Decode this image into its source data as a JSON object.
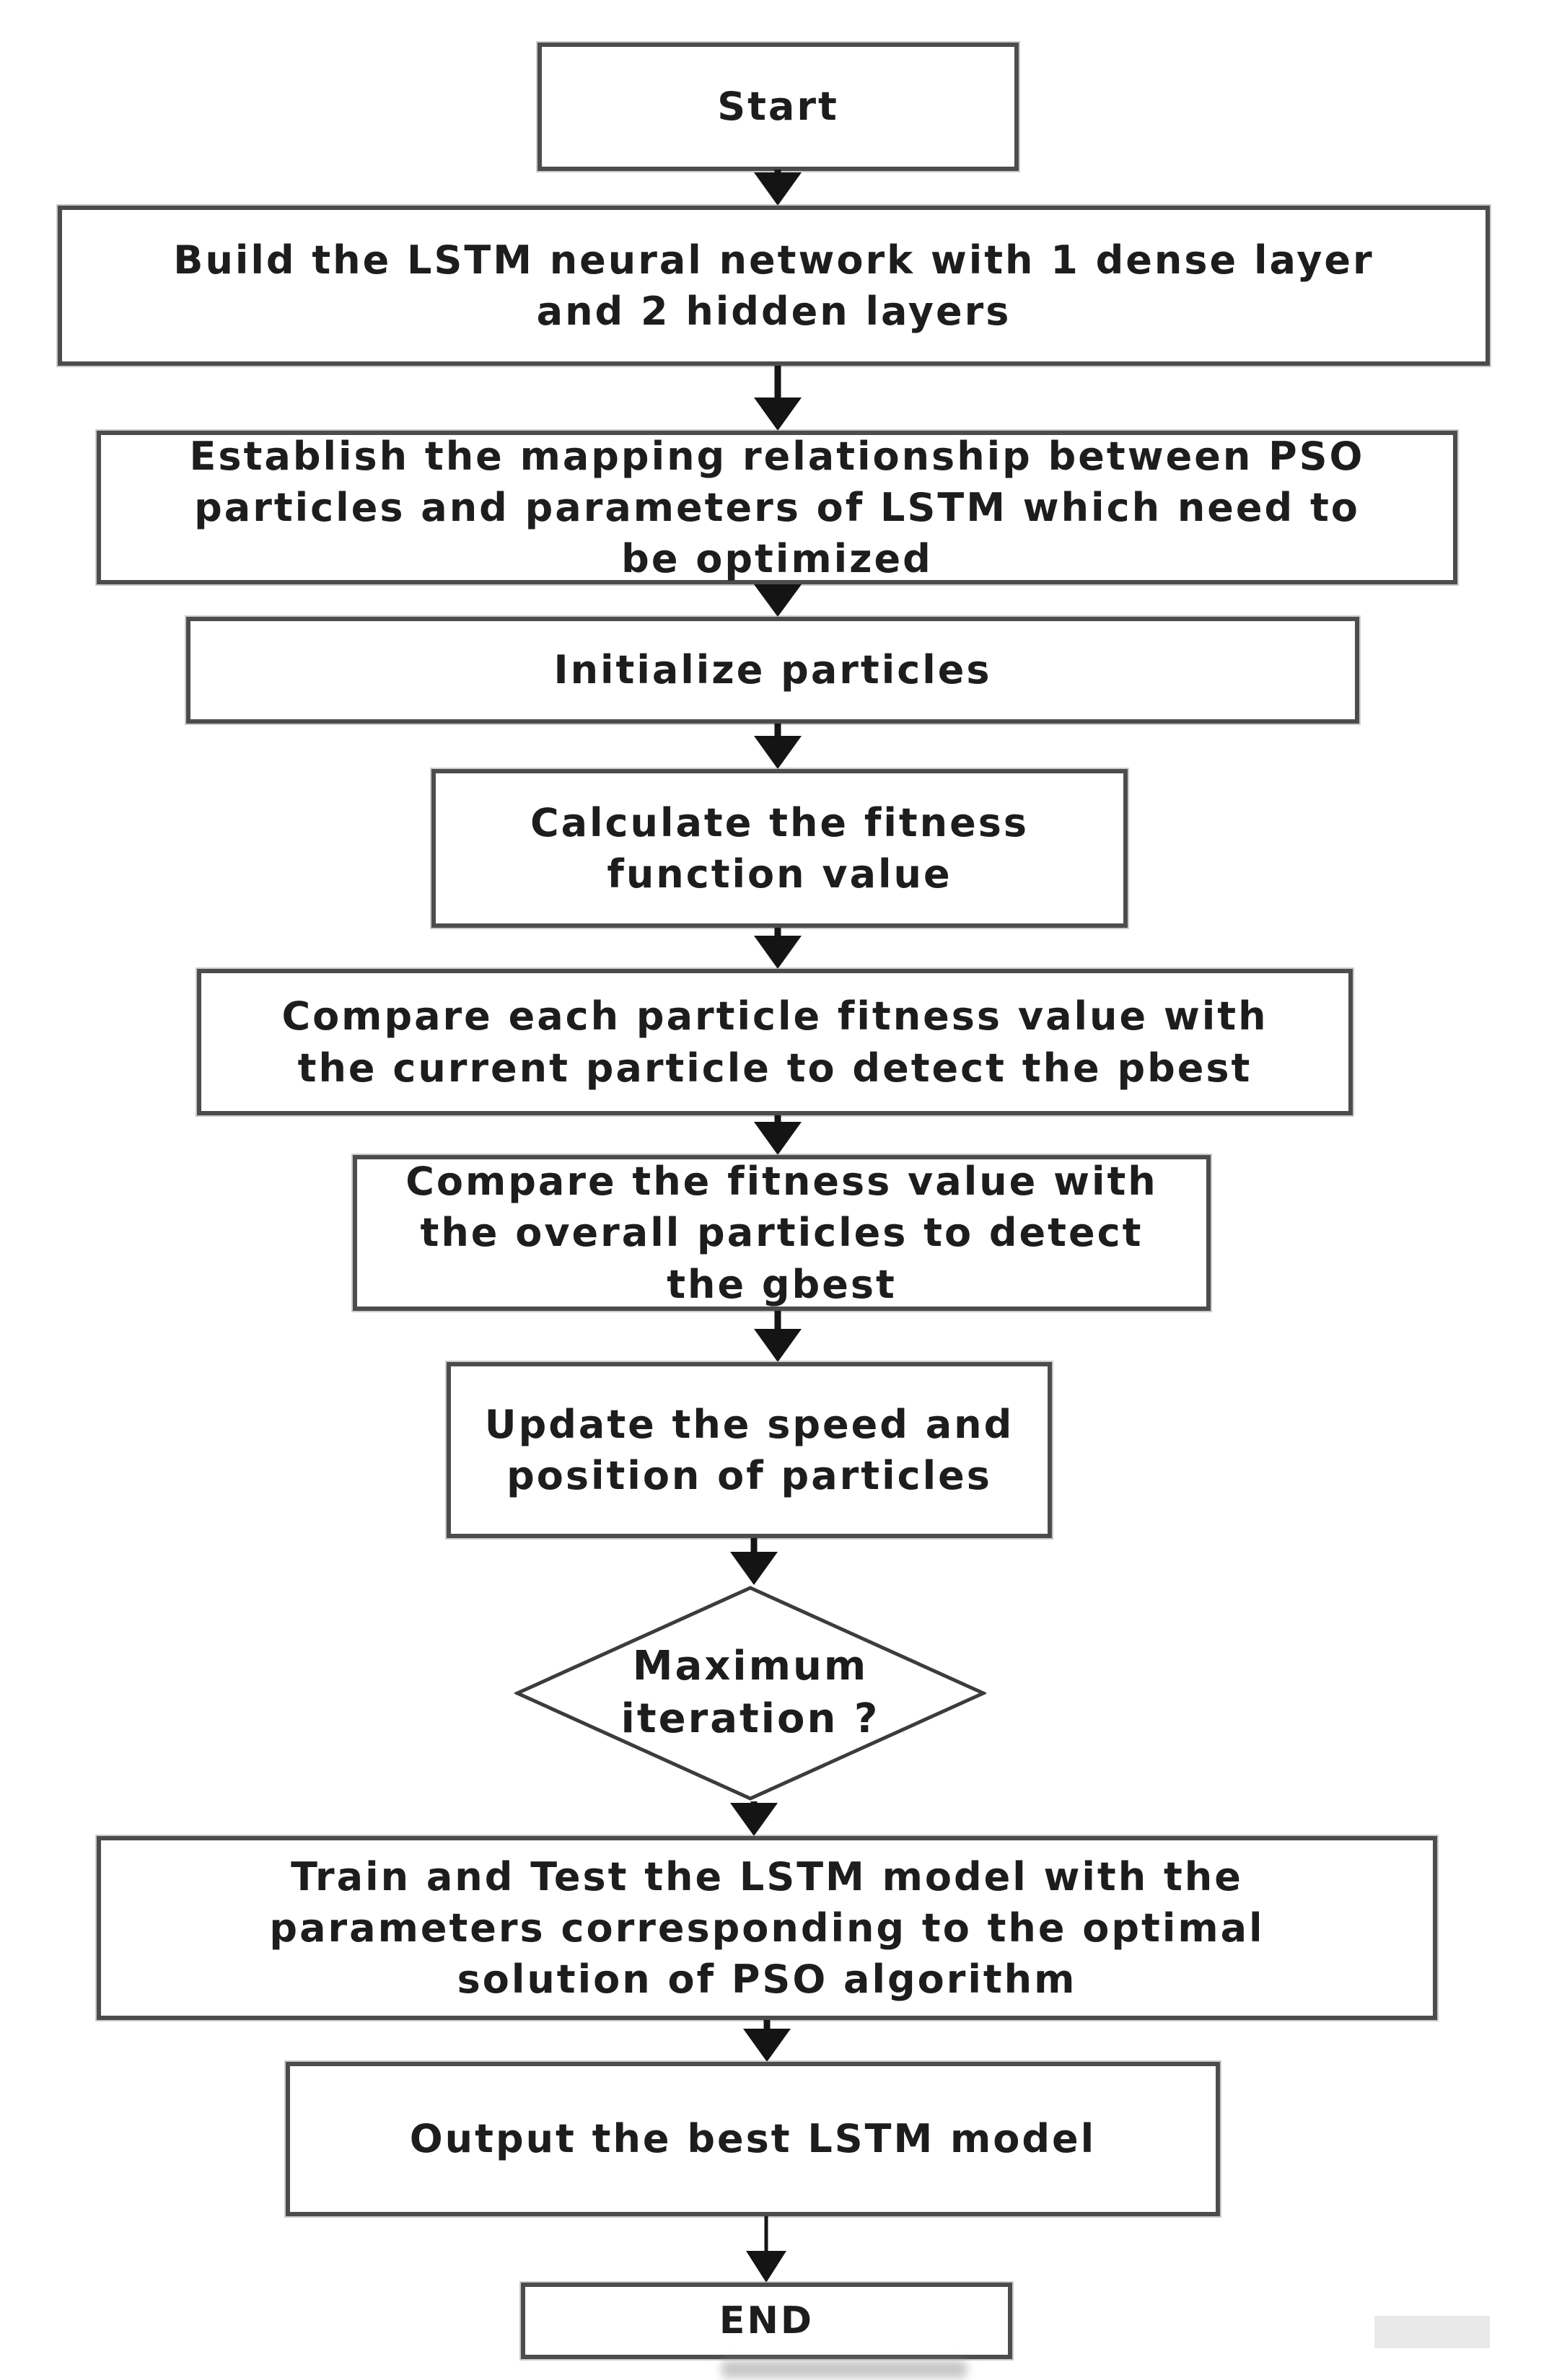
{
  "flowchart": {
    "type": "flowchart",
    "nodes": {
      "start": {
        "label": "Start",
        "shape": "rectangle"
      },
      "build": {
        "label": "Build the LSTM neural network with 1 dense layer\nand 2 hidden layers",
        "shape": "rectangle"
      },
      "map": {
        "label": "Establish the mapping relationship between PSO\nparticles and parameters of LSTM which need to\nbe optimized",
        "shape": "rectangle"
      },
      "init": {
        "label": "Initialize particles",
        "shape": "rectangle"
      },
      "calc": {
        "label": "Calculate the fitness\nfunction value",
        "shape": "rectangle"
      },
      "pbest": {
        "label": "Compare each particle fitness value with\nthe current particle to detect the pbest",
        "shape": "rectangle"
      },
      "gbest": {
        "label": "Compare the fitness value with\nthe overall particles to detect\nthe gbest",
        "shape": "rectangle"
      },
      "update": {
        "label": "Update the speed and\nposition of particles",
        "shape": "rectangle"
      },
      "decision": {
        "label": "Maximum\niteration ?",
        "shape": "diamond"
      },
      "train": {
        "label": "Train and Test the LSTM model with the\nparameters corresponding to the optimal\nsolution of PSO algorithm",
        "shape": "rectangle"
      },
      "output": {
        "label": "Output the best LSTM model",
        "shape": "rectangle"
      },
      "end": {
        "label": "END",
        "shape": "rectangle"
      }
    },
    "edges": [
      {
        "from": "start",
        "to": "build"
      },
      {
        "from": "build",
        "to": "map"
      },
      {
        "from": "map",
        "to": "init"
      },
      {
        "from": "init",
        "to": "calc"
      },
      {
        "from": "calc",
        "to": "pbest"
      },
      {
        "from": "pbest",
        "to": "gbest"
      },
      {
        "from": "gbest",
        "to": "update"
      },
      {
        "from": "update",
        "to": "decision"
      },
      {
        "from": "decision",
        "to": "train"
      },
      {
        "from": "train",
        "to": "output"
      },
      {
        "from": "output",
        "to": "end"
      }
    ],
    "colors": {
      "background": "#ffffff",
      "box_border": "#4c4c4c",
      "text": "#1d1d1d",
      "arrow": "#141414"
    }
  }
}
